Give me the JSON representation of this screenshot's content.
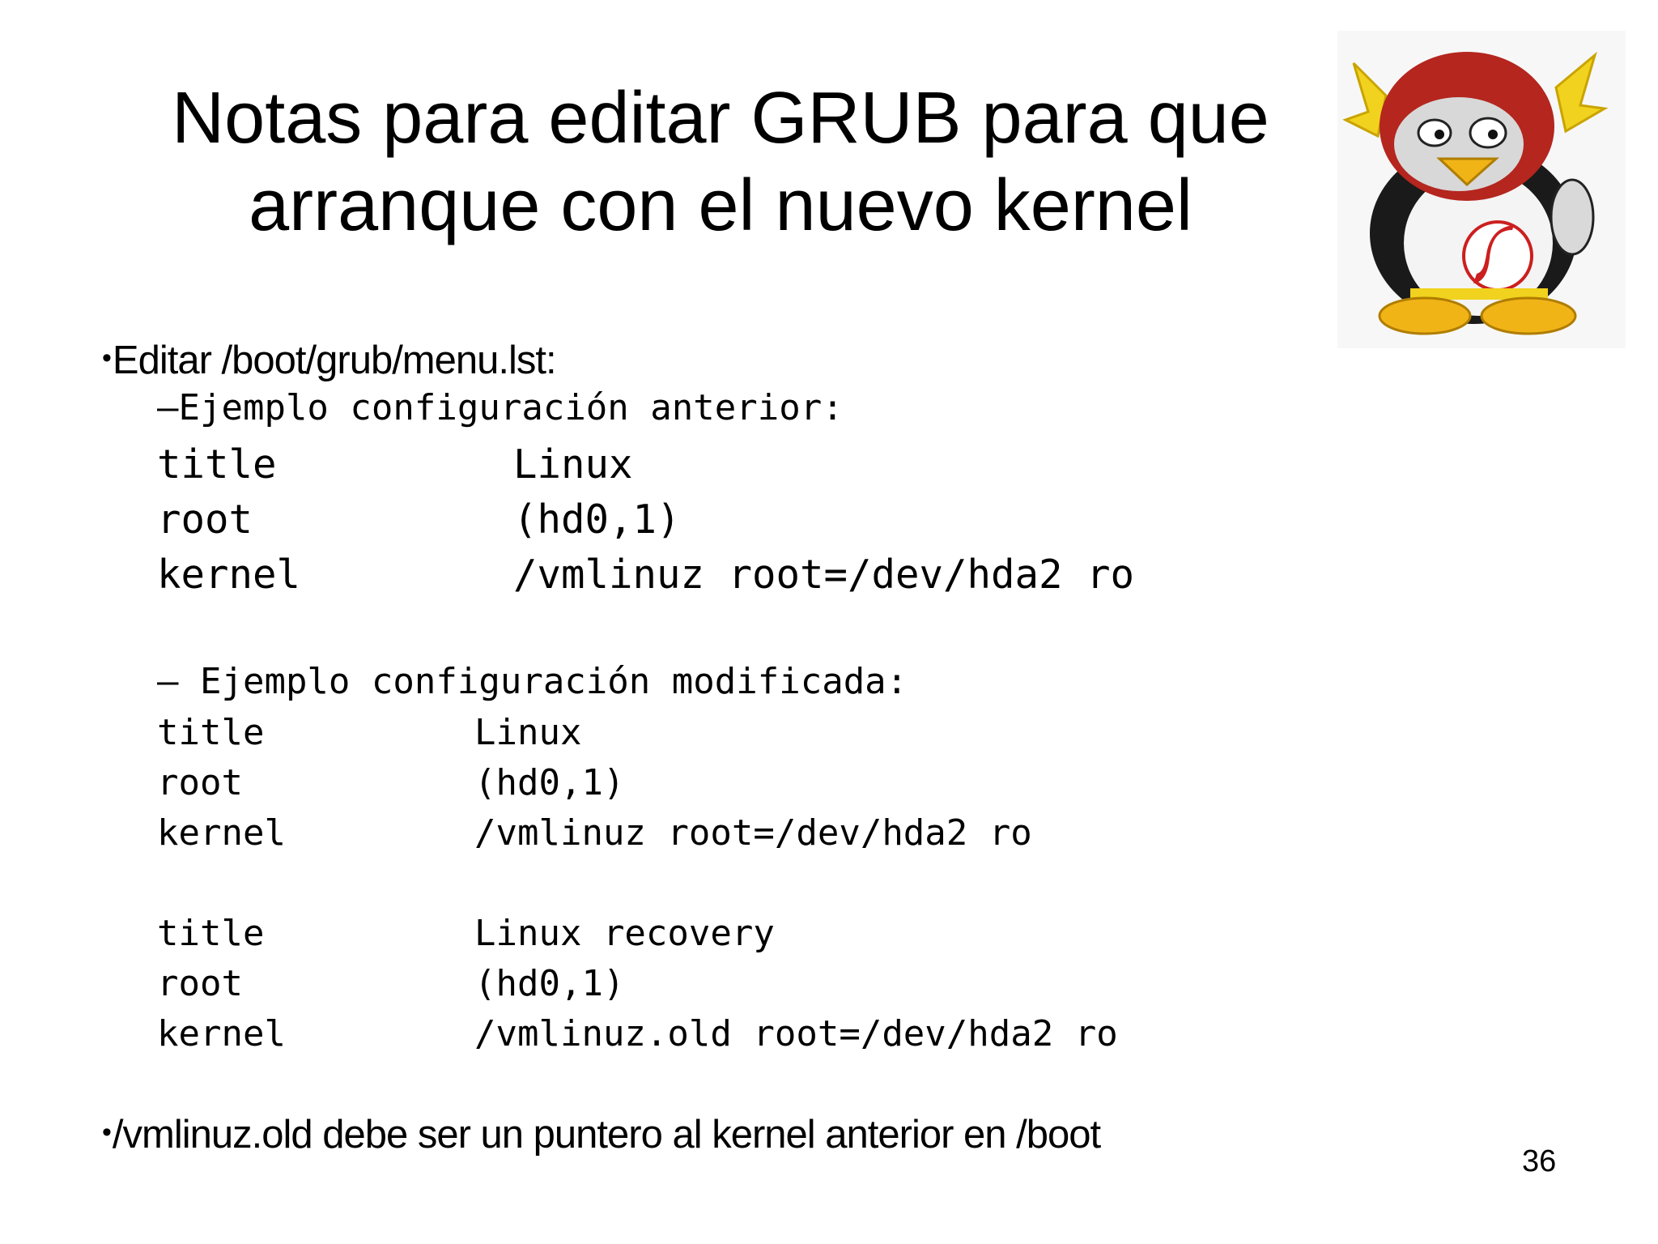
{
  "slide": {
    "title_line1": "Notas para editar GRUB para que",
    "title_line2": "arranque con el nuevo kernel",
    "mascot_icon": "tux-flash-penguin",
    "bullet_glyph": "•",
    "bullet1": "Editar /boot/grub/menu.lst:",
    "sub1": "–Ejemplo configuración anterior:",
    "prev_config": [
      {
        "key": "title",
        "value": "Linux"
      },
      {
        "key": "root",
        "value": "(hd0,1)"
      },
      {
        "key": "kernel",
        "value": "/vmlinuz root=/dev/hda2 ro"
      }
    ],
    "sub2": "– Ejemplo configuración modificada:",
    "new_config_a": [
      {
        "key": "title",
        "value": "Linux"
      },
      {
        "key": "root",
        "value": "(hd0,1)"
      },
      {
        "key": "kernel",
        "value": "/vmlinuz root=/dev/hda2 ro"
      }
    ],
    "new_config_b": [
      {
        "key": "title",
        "value": "Linux recovery"
      },
      {
        "key": "root",
        "value": "(hd0,1)"
      },
      {
        "key": "kernel",
        "value": "/vmlinuz.old root=/dev/hda2 ro"
      }
    ],
    "bullet2": "/vmlinuz.old debe ser un puntero al kernel anterior en /boot",
    "page_number": "36"
  }
}
